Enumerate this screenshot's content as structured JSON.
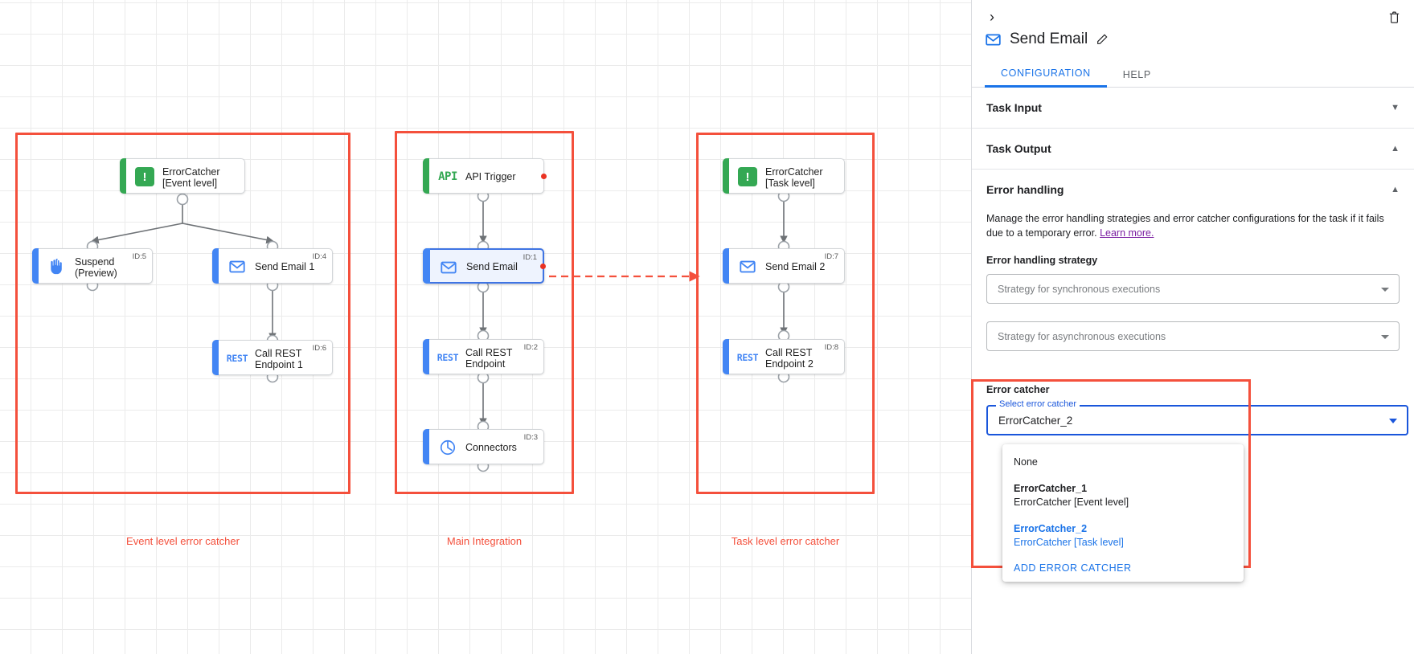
{
  "canvas": {
    "groups": [
      {
        "caption": "Event level error catcher"
      },
      {
        "caption": "Main Integration"
      },
      {
        "caption": "Task level error catcher"
      }
    ],
    "nodes": [
      {
        "label": "ErrorCatcher\n[Event level]",
        "id": "",
        "icon": "error-catcher-icon"
      },
      {
        "label": "Suspend\n(Preview)",
        "id": "ID:5",
        "icon": "suspend-hand-icon"
      },
      {
        "label": "Send Email 1",
        "id": "ID:4",
        "icon": "email-icon"
      },
      {
        "label": "Call REST\nEndpoint 1",
        "id": "ID:6",
        "icon": "rest-icon"
      },
      {
        "label": "API Trigger",
        "id": "",
        "icon": "api-icon"
      },
      {
        "label": "Send Email",
        "id": "ID:1",
        "icon": "email-icon"
      },
      {
        "label": "Call REST\nEndpoint",
        "id": "ID:2",
        "icon": "rest-icon"
      },
      {
        "label": "Connectors",
        "id": "ID:3",
        "icon": "connectors-icon"
      },
      {
        "label": "ErrorCatcher\n[Task level]",
        "id": "",
        "icon": "error-catcher-icon"
      },
      {
        "label": "Send Email 2",
        "id": "ID:7",
        "icon": "email-icon"
      },
      {
        "label": "Call REST\nEndpoint 2",
        "id": "ID:8",
        "icon": "rest-icon"
      }
    ],
    "icon_text": {
      "api": "API",
      "rest": "REST"
    }
  },
  "panel": {
    "title": "Send Email",
    "back_icon": "chevron-right-icon",
    "delete_icon": "trash-icon",
    "edit_icon": "pencil-icon",
    "tabs": [
      {
        "label": "CONFIGURATION",
        "active": true
      },
      {
        "label": "HELP",
        "active": false
      }
    ],
    "sections": [
      {
        "title": "Task Input",
        "expanded": false
      },
      {
        "title": "Task Output",
        "expanded": true
      },
      {
        "title": "Error handling",
        "expanded": true
      }
    ],
    "error_handling": {
      "description": "Manage the error handling strategies and error catcher configurations for the task if it fails due to a temporary error.",
      "learn_more": "Learn more.",
      "strategy_label": "Error handling strategy",
      "sync_placeholder": "Strategy for synchronous executions",
      "async_placeholder": "Strategy for asynchronous executions"
    },
    "error_catcher": {
      "title": "Error catcher",
      "float_label": "Select error catcher",
      "value": "ErrorCatcher_2",
      "menu": {
        "none": "None",
        "options": [
          {
            "name": "ErrorCatcher_1",
            "sub": "ErrorCatcher [Event level]",
            "selected": false
          },
          {
            "name": "ErrorCatcher_2",
            "sub": "ErrorCatcher [Task level]",
            "selected": true
          }
        ],
        "add_label": "ADD ERROR CATCHER"
      }
    }
  },
  "colors": {
    "accent_blue": "#1a73e8",
    "highlight_red": "#f4503c",
    "green": "#34a853",
    "node_blue": "#4285f4",
    "purple_link": "#7b1fa2"
  }
}
